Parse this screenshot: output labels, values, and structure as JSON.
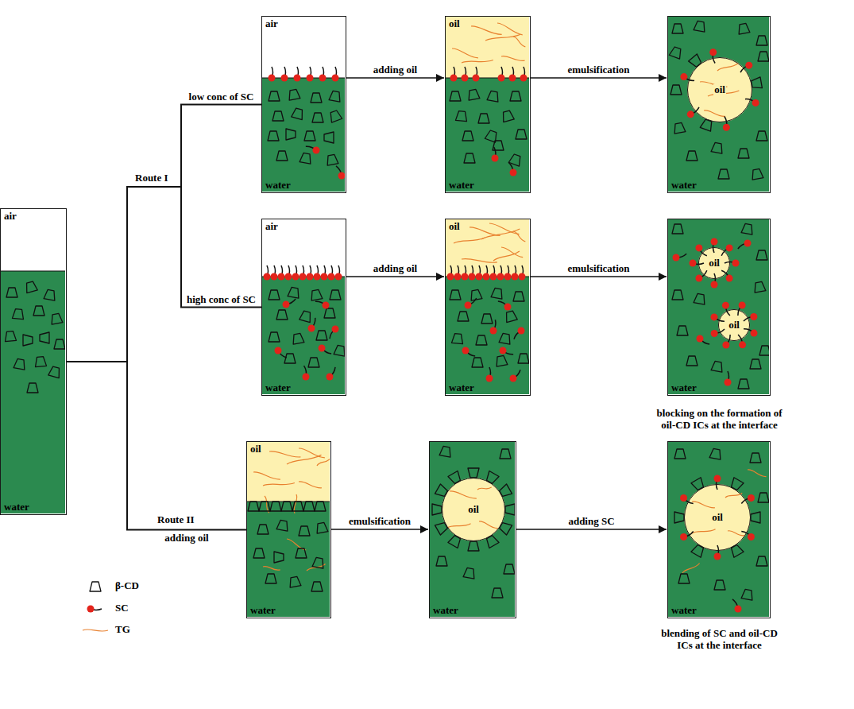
{
  "diagram": {
    "nodes": [
      {
        "text": [
          "air",
          "water"
        ]
      },
      {
        "text": [
          "air",
          "water"
        ]
      },
      {
        "text": [
          "oil",
          "water"
        ]
      },
      {
        "text": [
          "water"
        ]
      },
      {
        "text": [
          "oil"
        ],
        "in": 3
      },
      {
        "text": [
          "air",
          "water"
        ]
      },
      {
        "text": [
          "oil",
          "water"
        ]
      },
      {
        "text": [
          "water"
        ]
      },
      {
        "text": [
          "oil"
        ],
        "in": 7
      },
      {
        "text": [
          "oil"
        ],
        "in": 7
      },
      {
        "text": [
          "oil",
          "water"
        ]
      },
      {
        "text": [
          "water"
        ]
      },
      {
        "text": [
          "oil"
        ],
        "in": 11
      },
      {
        "text": [
          "water"
        ]
      },
      {
        "text": [
          "oil"
        ],
        "in": 13
      }
    ],
    "edges": [
      {
        "from": 0,
        "to": 1,
        "label": "low conc of SC",
        "arrow": "none"
      },
      {
        "from": 0,
        "to": 5,
        "label": "high conc of SC",
        "arrow": "none"
      },
      {
        "from": 0,
        "to": 10,
        "label": "adding oil",
        "arrow": "none"
      },
      {
        "from": 1,
        "to": 2,
        "label": "adding oil",
        "arrow": "to"
      },
      {
        "from": 2,
        "to": 3,
        "label": "emulsification",
        "arrow": "to"
      },
      {
        "from": 5,
        "to": 6,
        "label": "adding oil",
        "arrow": "to"
      },
      {
        "from": 6,
        "to": 7,
        "label": "emulsification",
        "arrow": "to"
      },
      {
        "from": 10,
        "to": 11,
        "label": "emulsification",
        "arrow": "to"
      },
      {
        "from": 11,
        "to": 13,
        "label": "adding SC",
        "arrow": "to"
      }
    ],
    "labels": [
      "Route I",
      "Route II",
      "blocking on the formation of oil-CD ICs at the interface",
      "blending of SC and oil-CD ICs at the interface"
    ],
    "legend": [
      {
        "text": "β-CD"
      },
      {
        "text": "SC"
      },
      {
        "text": "TG"
      }
    ]
  }
}
